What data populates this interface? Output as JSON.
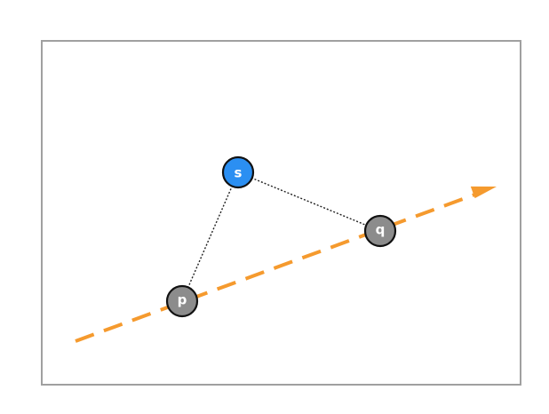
{
  "colors": {
    "frame": "#a0a0a0",
    "arrow": "#f59a2e",
    "connector": "#222222",
    "node_stroke": "#111111",
    "node_gray": "#8c8c8c",
    "node_blue": "#2b8ff2"
  },
  "nodes": {
    "s": {
      "label": "s",
      "color": "blue"
    },
    "q": {
      "label": "q",
      "color": "gray"
    },
    "p": {
      "label": "p",
      "color": "gray"
    }
  },
  "edges": [
    {
      "from": "s",
      "to": "q",
      "style": "dotted"
    },
    {
      "from": "s",
      "to": "p",
      "style": "dotted"
    }
  ],
  "direction_arrow": {
    "style": "dashed",
    "passes_through": [
      "p",
      "q"
    ]
  }
}
